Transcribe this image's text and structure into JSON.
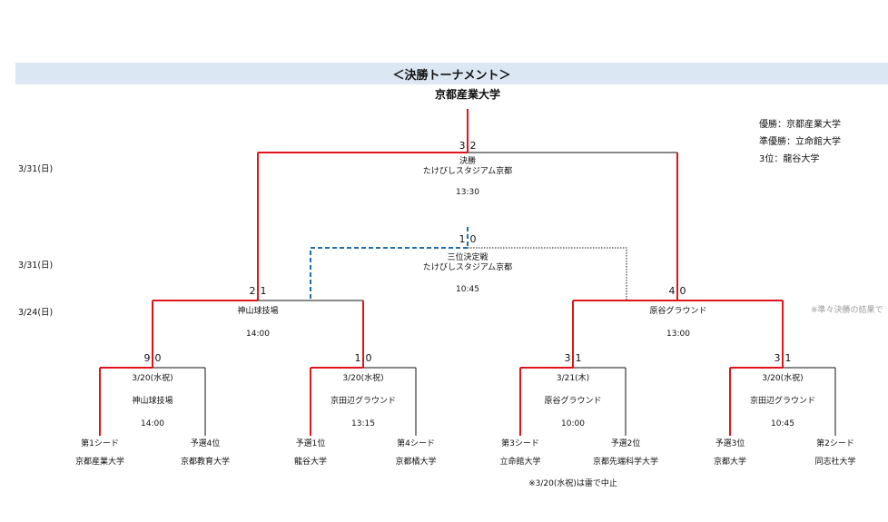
{
  "title": "＜決勝トーナメント＞",
  "champion": "京都産業大学",
  "results": {
    "winner": "優勝：京都産業大学",
    "runner_up": "準優勝：立命館大学",
    "third": "3位：龍谷大学"
  },
  "note_right": "※準々決勝の結果で",
  "dates": {
    "final": "3/31(日)",
    "third_place": "3/31(日)",
    "semifinal": "3/24(日)"
  },
  "final": {
    "name": "決勝",
    "venue": "たけびしスタジアム京都",
    "time": "13:30",
    "score_left": "3",
    "score_right": "2"
  },
  "third_place": {
    "name": "三位決定戦",
    "venue": "たけびしスタジアム京都",
    "time": "10:45",
    "score_left": "1",
    "score_right": "0"
  },
  "semifinals": [
    {
      "venue": "神山球技場",
      "time": "14:00",
      "score_left": "2",
      "score_right": "1"
    },
    {
      "venue": "原谷グラウンド",
      "time": "13:00",
      "score_left": "4",
      "score_right": "0"
    }
  ],
  "quarterfinals": [
    {
      "date": "3/20(水祝)",
      "venue": "神山球技場",
      "time": "14:00",
      "score_left": "9",
      "score_right": "0"
    },
    {
      "date": "3/20(水祝)",
      "venue": "京田辺グラウンド",
      "time": "13:15",
      "score_left": "1",
      "score_right": "0"
    },
    {
      "date": "3/21(木)",
      "venue": "原谷グラウンド",
      "time": "10:00",
      "score_left": "3",
      "score_right": "1"
    },
    {
      "date": "3/20(水祝)",
      "venue": "京田辺グラウンド",
      "time": "10:45",
      "score_left": "3",
      "score_right": "1"
    }
  ],
  "teams": [
    {
      "seed": "第1シード",
      "name": "京都産業大学"
    },
    {
      "seed": "予選4位",
      "name": "京都教育大学"
    },
    {
      "seed": "予選1位",
      "name": "龍谷大学"
    },
    {
      "seed": "第4シード",
      "name": "京都橘大学"
    },
    {
      "seed": "第3シード",
      "name": "立命館大学"
    },
    {
      "seed": "予選2位",
      "name": "京都先端科学大学"
    },
    {
      "seed": "予選3位",
      "name": "京都大学"
    },
    {
      "seed": "第2シード",
      "name": "同志社大学"
    }
  ],
  "footnote": "※3/20(水祝)は雷で中止",
  "colors": {
    "winner_line": "#e0141b",
    "third_line": "#1f6fb0",
    "line": "#111111",
    "title_bg": "#dbe7f3"
  }
}
